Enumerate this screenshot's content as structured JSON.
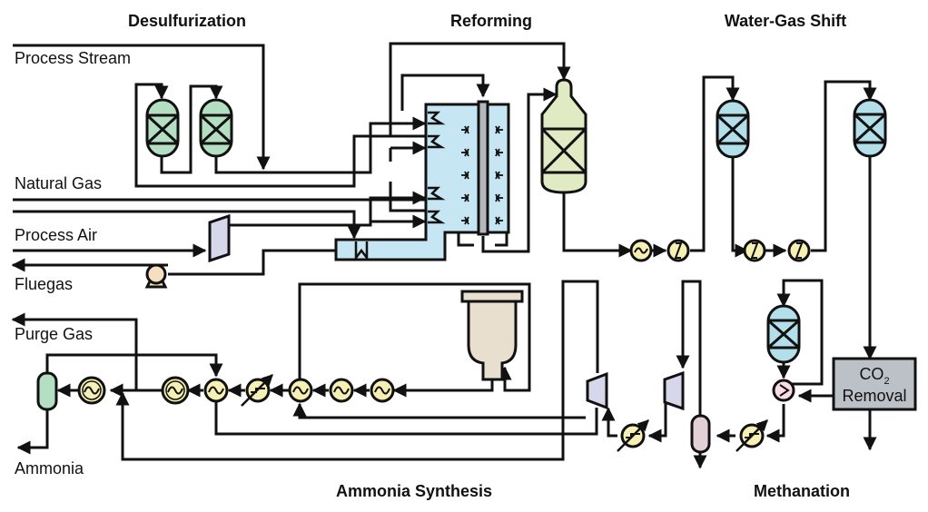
{
  "diagram": {
    "type": "process-flow-diagram",
    "subject": "Ammonia production plant",
    "sections": {
      "desulfurization": "Desulfurization",
      "reforming": "Reforming",
      "water_gas_shift": "Water-Gas Shift",
      "ammonia_synthesis": "Ammonia Synthesis",
      "methanation": "Methanation"
    },
    "streams": {
      "process_stream": "Process Stream",
      "natural_gas": "Natural Gas",
      "process_air": "Process Air",
      "fluegas": "Fluegas",
      "purge_gas": "Purge Gas",
      "ammonia": "Ammonia"
    },
    "co2_removal": {
      "line1_main": "CO",
      "line1_sub": "2",
      "line2": "Removal"
    },
    "colors": {
      "desulfurizer": "#b4dfc3",
      "reformer": "#c6e6f3",
      "secondary_reformer": "#e1ebc3",
      "shift_reactor": "#b2dfe9",
      "heat_exchanger": "#f7f0b5",
      "compressor": "#d7d7ec",
      "pump": "#f6dfc0",
      "ammonia_converter": "#e8dfcf",
      "separator_green": "#b4dfc3",
      "separator_pink": "#e2cfd8",
      "co2_box": "#bcc1c7",
      "methanator_exchanger": "#f7dde3"
    }
  }
}
